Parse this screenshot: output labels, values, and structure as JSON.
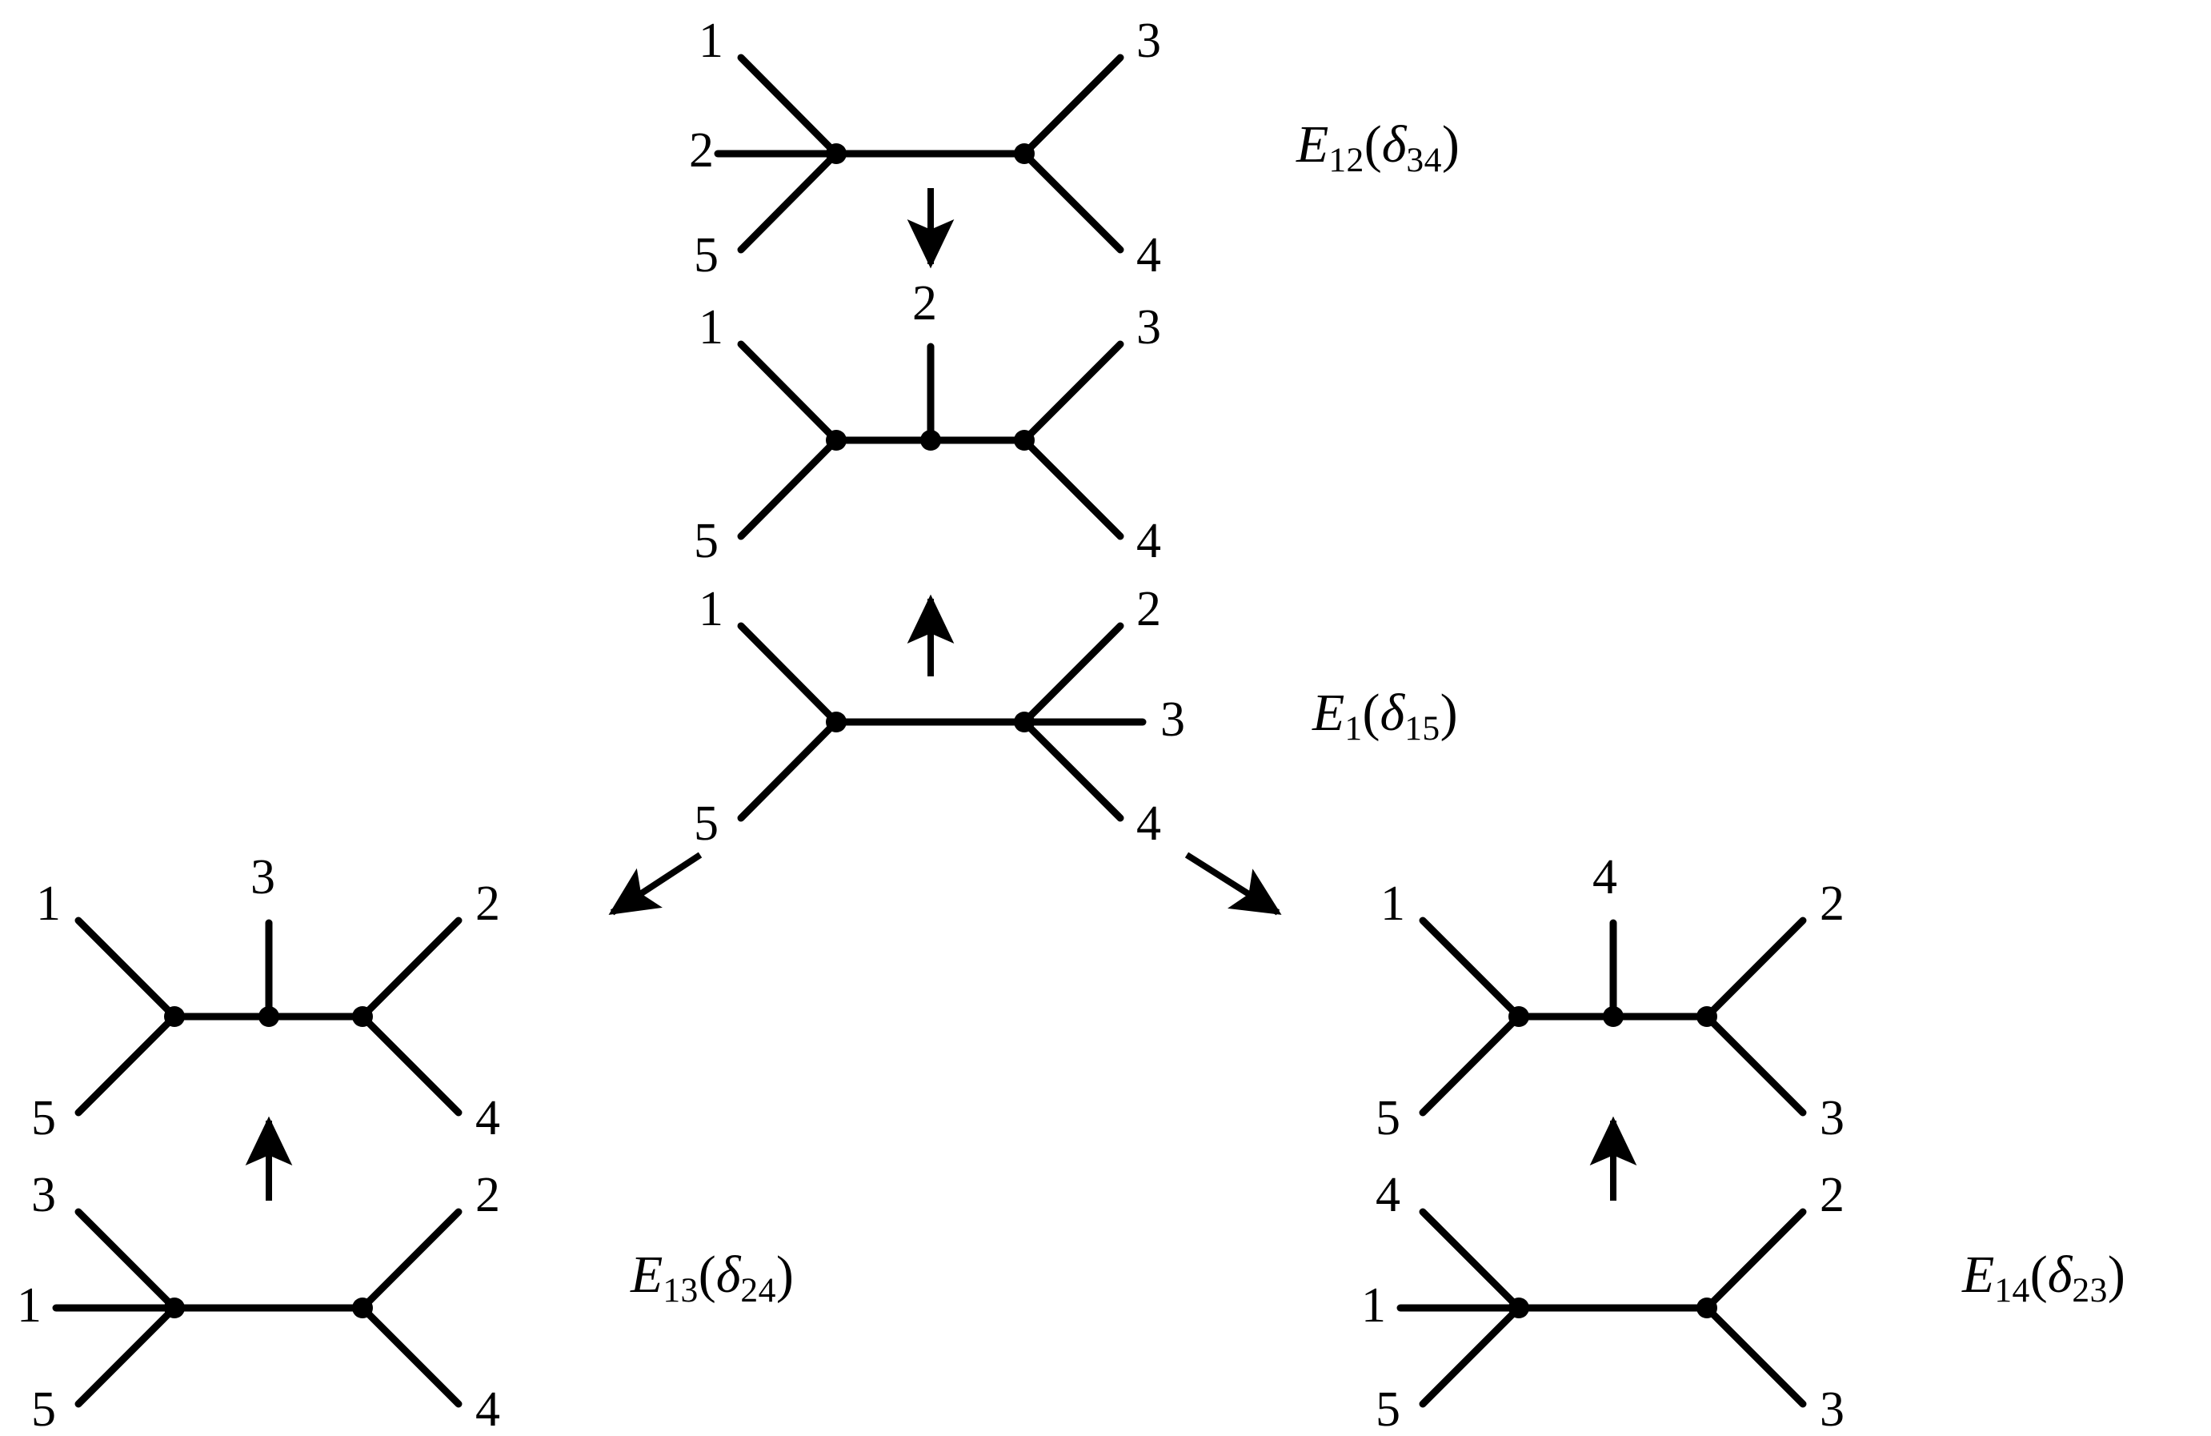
{
  "figure": {
    "kind": "tree-level-degeneration-diagram",
    "background_color": "#ffffff",
    "stroke_color": "#000000",
    "node_color": "#000000"
  },
  "diagrams": [
    {
      "id": "diagram-top",
      "name": "top-diagram",
      "description": "Four-point-like tree with legs 1,2,5 on left vertex and 3,4 on right vertex",
      "labels": {
        "left_top": "1",
        "left_mid": "2",
        "left_bottom": "5",
        "right_top": "3",
        "right_bottom": "4"
      }
    },
    {
      "id": "diagram-second",
      "name": "second-diagram",
      "description": "Tree with legs 1,5 on left vertex, 2 on middle vertex, 3,4 on right vertex",
      "labels": {
        "left_top": "1",
        "left_bottom": "5",
        "middle_top": "2",
        "right_top": "3",
        "right_bottom": "4"
      }
    },
    {
      "id": "diagram-third",
      "name": "third-diagram",
      "description": "Tree with legs 1,5 on left vertex and 2,3,4 on right vertex",
      "labels": {
        "left_top": "1",
        "left_bottom": "5",
        "right_top": "2",
        "right_mid": "3",
        "right_bottom": "4"
      }
    },
    {
      "id": "diagram-bottom-left-upper",
      "name": "bottom-left-upper-diagram",
      "description": "Tree with legs 1,5 on left vertex, 3 on middle vertex, 2,4 on right vertex",
      "labels": {
        "left_top": "1",
        "left_bottom": "5",
        "middle_top": "3",
        "right_top": "2",
        "right_bottom": "4"
      }
    },
    {
      "id": "diagram-bottom-left-lower",
      "name": "bottom-left-lower-diagram",
      "description": "Tree with legs 3,1,5 on left vertex and 2,4 on right vertex",
      "labels": {
        "left_top": "3",
        "left_mid": "1",
        "left_bottom": "5",
        "right_top": "2",
        "right_bottom": "4"
      }
    },
    {
      "id": "diagram-bottom-right-upper",
      "name": "bottom-right-upper-diagram",
      "description": "Tree with legs 1,5 on left vertex, 4 on middle vertex, 2,3 on right vertex",
      "labels": {
        "left_top": "1",
        "left_bottom": "5",
        "middle_top": "4",
        "right_top": "2",
        "right_bottom": "3"
      }
    },
    {
      "id": "diagram-bottom-right-lower",
      "name": "bottom-right-lower-diagram",
      "description": "Tree with legs 4,1,5 on left vertex and 2,3 on right vertex",
      "labels": {
        "left_top": "4",
        "left_mid": "1",
        "left_bottom": "5",
        "right_top": "2",
        "right_bottom": "3"
      }
    }
  ],
  "equations": {
    "top_right": {
      "full": "E12(δ34)",
      "symbol": "E",
      "sub": "12",
      "open": "(",
      "delta": "δ",
      "delta_sub": "34",
      "close": ")"
    },
    "middle_right": {
      "full": "E1(δ15)",
      "symbol": "E",
      "sub": "1",
      "open": "(",
      "delta": "δ",
      "delta_sub": "15",
      "close": ")"
    },
    "bottom_left": {
      "full": "E13(δ24)",
      "symbol": "E",
      "sub": "13",
      "open": "(",
      "delta": "δ",
      "delta_sub": "24",
      "close": ")"
    },
    "bottom_right": {
      "full": "E14(δ23)",
      "symbol": "E",
      "sub": "14",
      "open": "(",
      "delta": "δ",
      "delta_sub": "23",
      "close": ")"
    }
  },
  "arrows": [
    {
      "name": "arrow-down-top-to-second",
      "direction": "down"
    },
    {
      "name": "arrow-up-third-to-second",
      "direction": "up"
    },
    {
      "name": "arrow-diagonal-down-left",
      "direction": "down-left"
    },
    {
      "name": "arrow-diagonal-down-right",
      "direction": "down-right"
    },
    {
      "name": "arrow-up-bottom-left",
      "direction": "up"
    },
    {
      "name": "arrow-up-bottom-right",
      "direction": "up"
    }
  ]
}
